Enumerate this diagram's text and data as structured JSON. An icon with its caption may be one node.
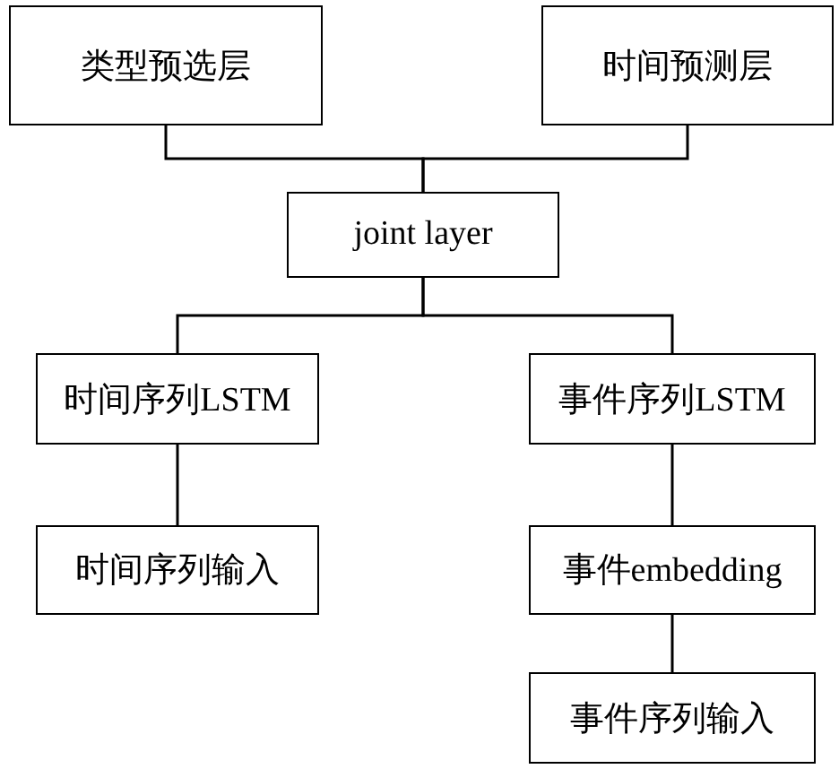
{
  "diagram": {
    "nodes": [
      {
        "text": [
          "类型预选层"
        ]
      },
      {
        "text": [
          "时间预测层"
        ]
      },
      {
        "text": [
          "joint layer"
        ]
      },
      {
        "text": [
          "时间序列LSTM"
        ]
      },
      {
        "text": [
          "事件序列LSTM"
        ]
      },
      {
        "text": [
          "时间序列输入"
        ]
      },
      {
        "text": [
          "事件embedding"
        ]
      },
      {
        "text": [
          "事件序列输入"
        ]
      }
    ],
    "edges": [
      {
        "from": 0,
        "to": 2,
        "arrow": "none"
      },
      {
        "from": 1,
        "to": 2,
        "arrow": "none"
      },
      {
        "from": 2,
        "to": 3,
        "arrow": "none"
      },
      {
        "from": 2,
        "to": 4,
        "arrow": "none"
      },
      {
        "from": 3,
        "to": 5,
        "arrow": "none"
      },
      {
        "from": 4,
        "to": 6,
        "arrow": "none"
      },
      {
        "from": 6,
        "to": 7,
        "arrow": "none"
      }
    ]
  }
}
